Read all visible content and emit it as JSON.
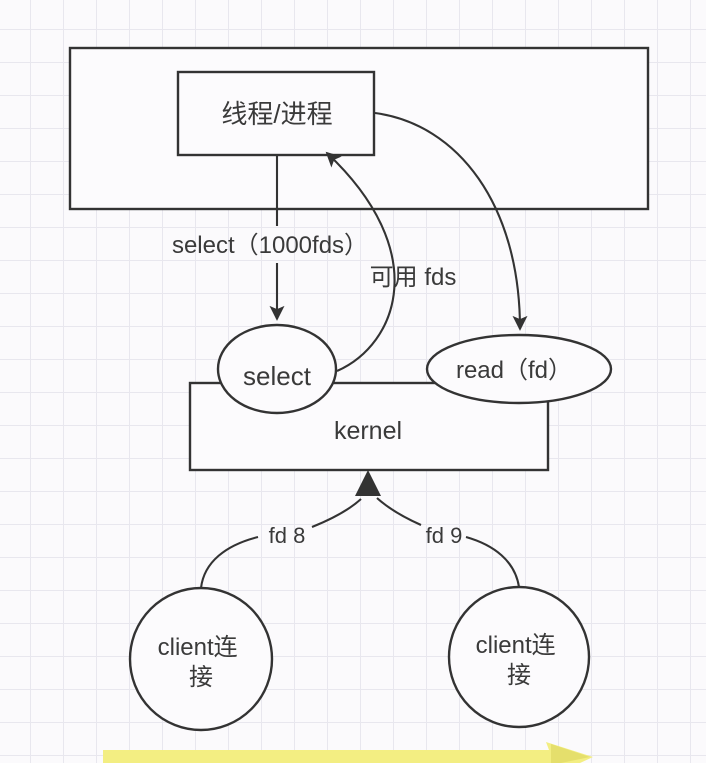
{
  "diagram": {
    "thread_box": {
      "label": "线程/进程"
    },
    "select_call": {
      "label": "select（1000fds）"
    },
    "available_fds": {
      "label": "可用 fds"
    },
    "select_node": {
      "label": "select"
    },
    "read_node": {
      "label": "read（fd）"
    },
    "kernel": {
      "label": "kernel"
    },
    "fd8": {
      "label": "fd 8"
    },
    "fd9": {
      "label": "fd 9"
    },
    "client_left": {
      "line1": "client连",
      "line2": "接"
    },
    "client_right": {
      "line1": "client连",
      "line2": "接"
    },
    "colors": {
      "stroke": "#333333",
      "text": "#3a3a3a",
      "node_fill": "#fcfbfd",
      "background": "#fbfafc",
      "grid_line": "#e8e7ee",
      "highlight_yellow": "#f3ee82",
      "highlight_tip": "#dcd65e"
    }
  }
}
